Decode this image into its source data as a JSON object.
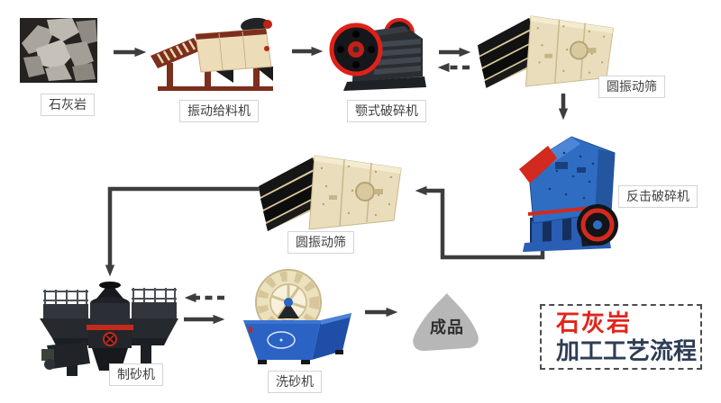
{
  "title_box": {
    "line1": "石灰岩",
    "line2": "加工工艺流程",
    "accent_color": "#e0251c",
    "secondary_color": "#2e3d55"
  },
  "nodes": {
    "limestone": {
      "label": "石灰岩",
      "kind": "limestone-rock-photo"
    },
    "feeder": {
      "label": "振动给料机",
      "kind": "vibrating-feeder"
    },
    "jaw_crusher": {
      "label": "颚式破碎机",
      "kind": "jaw-crusher"
    },
    "screen_top": {
      "label": "圆振动筛",
      "kind": "circular-vibrating-screen"
    },
    "impact_crusher": {
      "label": "反击破碎机",
      "kind": "impact-crusher"
    },
    "screen_mid": {
      "label": "圆振动筛",
      "kind": "circular-vibrating-screen"
    },
    "sand_maker": {
      "label": "制砂机",
      "kind": "sand-making-machine"
    },
    "sand_washer": {
      "label": "洗砂机",
      "kind": "sand-washing-machine"
    },
    "product": {
      "label": "成品",
      "kind": "finished-product-pile"
    }
  },
  "flow_edges": [
    {
      "from": "limestone",
      "to": "feeder",
      "style": "solid"
    },
    {
      "from": "feeder",
      "to": "jaw_crusher",
      "style": "solid"
    },
    {
      "from": "jaw_crusher",
      "to": "screen_top",
      "style": "solid"
    },
    {
      "from": "screen_top",
      "to": "jaw_crusher",
      "style": "dashed"
    },
    {
      "from": "screen_top",
      "to": "impact_crusher",
      "style": "solid"
    },
    {
      "from": "impact_crusher",
      "to": "screen_mid",
      "style": "solid-elbow"
    },
    {
      "from": "screen_mid",
      "to": "sand_maker",
      "style": "solid-elbow"
    },
    {
      "from": "sand_washer",
      "to": "sand_maker",
      "style": "dashed"
    },
    {
      "from": "sand_maker",
      "to": "sand_washer",
      "style": "solid"
    },
    {
      "from": "sand_washer",
      "to": "product",
      "style": "solid"
    }
  ],
  "colors": {
    "arrow": "#3d3d3d",
    "label_border": "#d4d4d4",
    "label_text": "#3f3f3f",
    "machine_blue": "#2b63c5",
    "machine_cream": "#eaddbb",
    "machine_red": "#d22a1e",
    "machine_maroon": "#7d2e1c",
    "product_gray": "#b7b7b7"
  }
}
